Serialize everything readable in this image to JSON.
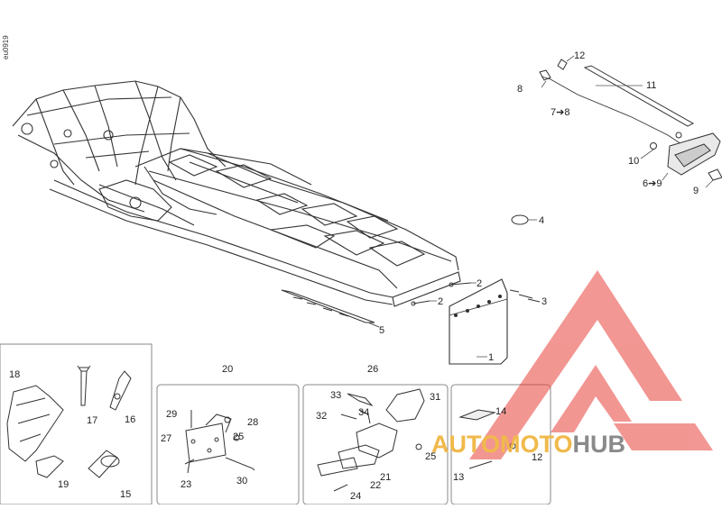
{
  "diagram_code": "eu0919",
  "watermark": {
    "brand_part1": "AUTOMOTO",
    "brand_part2": "HUB"
  },
  "callouts": {
    "c1": "1",
    "c2a": "2",
    "c2b": "2",
    "c3": "3",
    "c4": "4",
    "c5": "5",
    "c6_9": "6➔9",
    "c7_8": "7➔8",
    "c8": "8",
    "c9": "9",
    "c10": "10",
    "c11": "11",
    "c12a": "12",
    "c12b": "12",
    "c13": "13",
    "c14": "14",
    "c15": "15",
    "c16": "16",
    "c17": "17",
    "c18": "18",
    "c19": "19",
    "c20": "20",
    "c21": "21",
    "c22": "22",
    "c23": "23",
    "c24": "24",
    "c25a": "25",
    "c25b": "25",
    "c26": "26",
    "c27": "27",
    "c28": "28",
    "c29": "29",
    "c30": "30",
    "c31": "31",
    "c32": "32",
    "c33": "33",
    "c34": "34"
  },
  "colors": {
    "line": "#333333",
    "watermark_red": "#e8413a",
    "brand_orange": "#f0b94a",
    "brand_grey": "#8a8a8a"
  }
}
